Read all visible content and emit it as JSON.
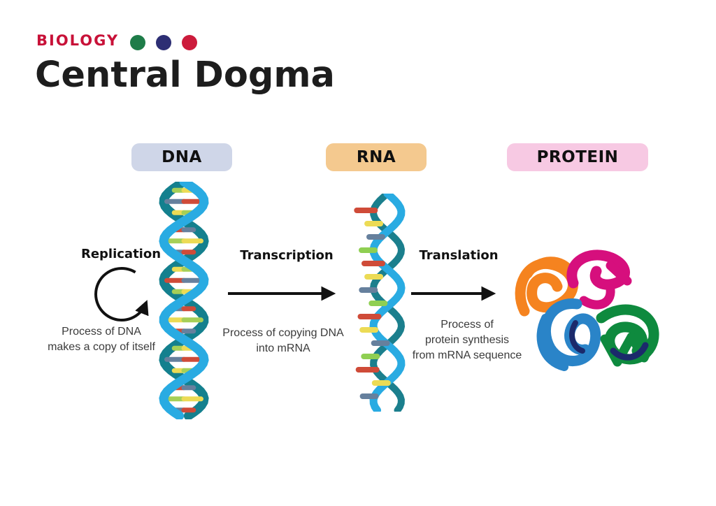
{
  "header": {
    "eyebrow": "BIOLOGY",
    "eyebrow_color": "#c81138",
    "title": "Central Dogma",
    "dots": [
      {
        "name": "green",
        "color": "#1e7c49"
      },
      {
        "name": "navy",
        "color": "#2d2e74"
      },
      {
        "name": "red",
        "color": "#cc1b3b"
      }
    ]
  },
  "stages": [
    {
      "label": "DNA",
      "pill_color": "#cfd6e8"
    },
    {
      "label": "RNA",
      "pill_color": "#f4c98f"
    },
    {
      "label": "PROTEIN",
      "pill_color": "#f7c9e3"
    }
  ],
  "processes": [
    {
      "label": "Replication",
      "arrow": "circular-arrow",
      "description": "Process of DNA\nmakes a copy of itself"
    },
    {
      "label": "Transcription",
      "arrow": "right-arrow",
      "description": "Process of copying DNA\ninto mRNA"
    },
    {
      "label": "Translation",
      "arrow": "right-arrow",
      "description": "Process of\nprotein synthesis\nfrom mRNA sequence"
    }
  ],
  "graphics": {
    "arrow_color": "#111111",
    "dna_helix": {
      "strand_front": "#29abe2",
      "strand_back": "#14808e",
      "rung_colors": [
        "#cf4b38",
        "#a6cf57",
        "#66809d",
        "#ecdb55"
      ]
    },
    "rna_strand": {
      "strand_front": "#29abe2",
      "strand_back": "#1b7f8d",
      "base_colors": [
        "#cf4b38",
        "#ecdb55",
        "#66809d",
        "#8fcf52"
      ]
    },
    "protein": {
      "subunit_colors": [
        "#f5831f",
        "#d60f7d",
        "#2a84c8",
        "#0e8a3e"
      ],
      "shade_color": "#1b2a6b"
    }
  }
}
